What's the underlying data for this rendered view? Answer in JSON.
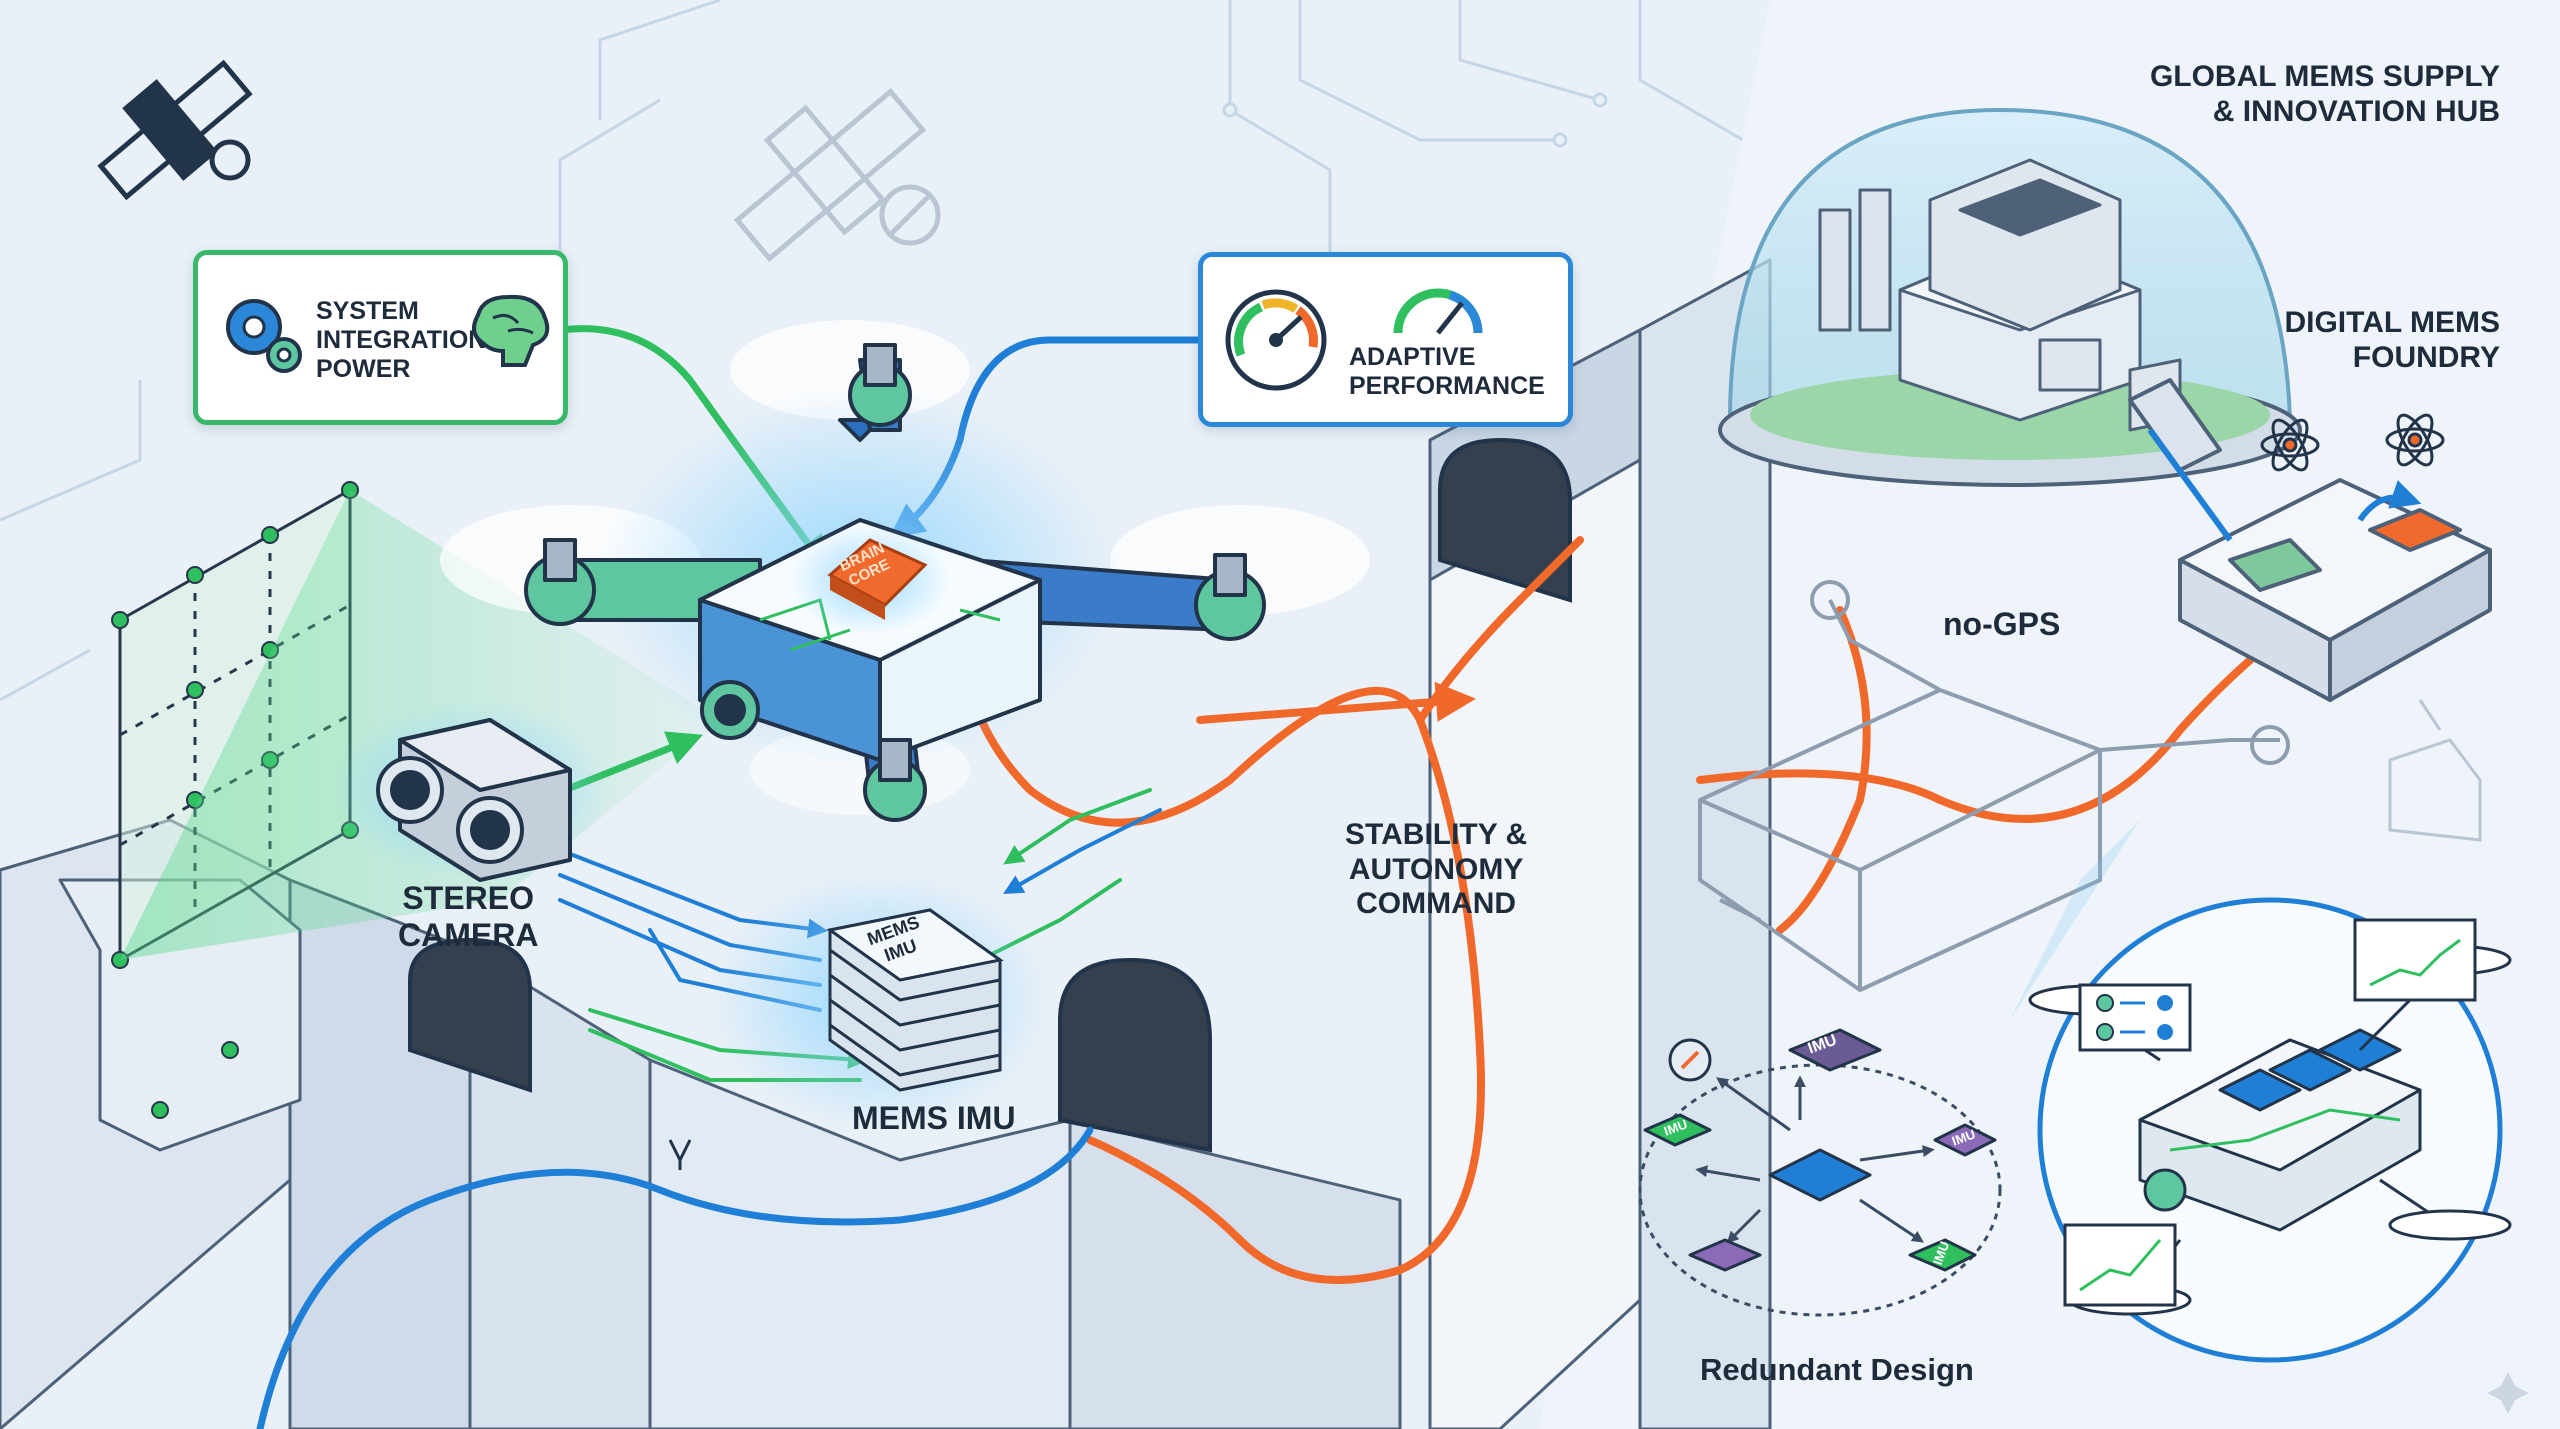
{
  "labels": {
    "system_integration": [
      "SYSTEM",
      "INTEGRATION",
      "POWER"
    ],
    "adaptive_performance": [
      "ADAPTIVE",
      "PERFORMANCE"
    ],
    "brain_core": [
      "BRAIN",
      "CORE"
    ],
    "stereo_camera": [
      "STEREO",
      "CAMERA"
    ],
    "mems_imu_chip": [
      "MEMS",
      "IMU"
    ],
    "mems_imu": "MEMS IMU",
    "stability_command": [
      "STABILITY &",
      "AUTONOMY",
      "COMMAND"
    ],
    "global_hub": [
      "GLOBAL MEMS SUPPLY",
      "& INNOVATION HUB"
    ],
    "digital_foundry": [
      "DIGITAL MEMS",
      "FOUNDRY"
    ],
    "no_gps": "no-GPS",
    "redundant_design": "Redundant Design",
    "imu_small": "IMU"
  },
  "colors": {
    "background": "#e9f0f7",
    "green_accent": "#2fbf5f",
    "blue_accent": "#1f7fd6",
    "orange_accent": "#f0682a",
    "chip_orange": "#ef6a2c",
    "dark_outline": "#22344a",
    "card_green_border": "#39b86a",
    "card_blue_border": "#2b87d8"
  }
}
